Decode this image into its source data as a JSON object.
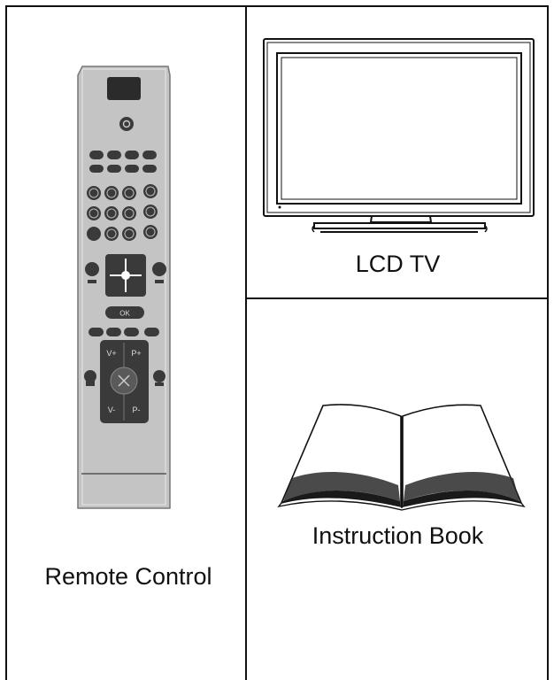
{
  "items": {
    "remote_label": "Remote Control",
    "tv_label": "LCD TV",
    "book_label": "Instruction Book"
  },
  "remote_keys": {
    "ok_label": "OK",
    "vol_up": "V+",
    "prog_up": "P+",
    "vol_down": "V-",
    "prog_down": "P-"
  },
  "colors": {
    "line": "#111111",
    "remote_body": "#bdbdbd",
    "remote_key": "#3a3a3a"
  }
}
